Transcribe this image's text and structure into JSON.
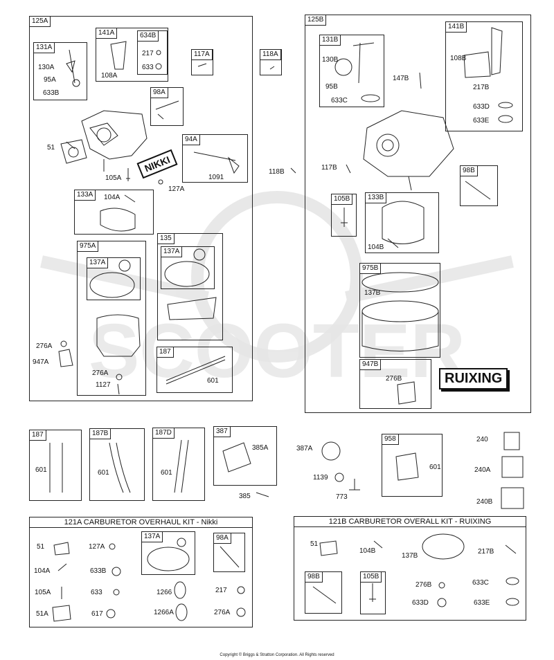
{
  "groups": {
    "g125A": {
      "label": "125A"
    },
    "g125B": {
      "label": "125B"
    },
    "g131A": {
      "label": "131A"
    },
    "g141A": {
      "label": "141A"
    },
    "g634B": {
      "label": "634B"
    },
    "g117A": {
      "label": "117A"
    },
    "g118A": {
      "label": "118A"
    },
    "g98A": {
      "label": "98A"
    },
    "g94A": {
      "label": "94A"
    },
    "g133A": {
      "label": "133A"
    },
    "g975A": {
      "label": "975A"
    },
    "g137A_1": {
      "label": "137A"
    },
    "g135": {
      "label": "135"
    },
    "g137A_2": {
      "label": "137A"
    },
    "g187_top": {
      "label": "187"
    },
    "g131B": {
      "label": "131B"
    },
    "g141B": {
      "label": "141B"
    },
    "g98B": {
      "label": "98B"
    },
    "g105B": {
      "label": "105B"
    },
    "g133B": {
      "label": "133B"
    },
    "g975B": {
      "label": "975B"
    },
    "g947B": {
      "label": "947B"
    },
    "g187": {
      "label": "187"
    },
    "g187B": {
      "label": "187B"
    },
    "g187D": {
      "label": "187D"
    },
    "g387": {
      "label": "387"
    },
    "g958": {
      "label": "958"
    },
    "kit_137A": {
      "label": "137A"
    },
    "kit_98A": {
      "label": "98A"
    },
    "kit_98B": {
      "label": "98B"
    },
    "kit_105B": {
      "label": "105B"
    }
  },
  "labels": {
    "l130A": "130A",
    "l95A": "95A",
    "l633B": "633B",
    "l217": "217",
    "l633": "633",
    "l108A": "108A",
    "l51": "51",
    "l105A": "105A",
    "l127A": "127A",
    "l1091": "1091",
    "l104A": "104A",
    "l276A": "276A",
    "l947A": "947A",
    "l276A_2": "276A",
    "l1127": "1127",
    "l601": "601",
    "l130B": "130B",
    "l95B": "95B",
    "l633C": "633C",
    "l147B": "147B",
    "l108B": "108B",
    "l217B": "217B",
    "l633D": "633D",
    "l633E": "633E",
    "l118B": "118B",
    "l117B": "117B",
    "l104B": "104B",
    "l137B": "137B",
    "l276B": "276B",
    "l601_a": "601",
    "l601_b": "601",
    "l601_c": "601",
    "l385A": "385A",
    "l385": "385",
    "l387A": "387A",
    "l1139": "1139",
    "l773": "773",
    "l601_d": "601",
    "l240": "240",
    "l240A": "240A",
    "l240B": "240B"
  },
  "brands": {
    "nikki": "NIKKI",
    "ruixing": "RUIXING"
  },
  "kitA": {
    "title": "121A CARBURETOR OVERHAUL KIT - Nikki",
    "items": {
      "k51": "51",
      "k127A": "127A",
      "k104A": "104A",
      "k633B": "633B",
      "k105A": "105A",
      "k633": "633",
      "k1266": "1266",
      "k217": "217",
      "k51A": "51A",
      "k617": "617",
      "k1266A": "1266A",
      "k276A": "276A"
    }
  },
  "kitB": {
    "title": "121B CARBURETOR OVERALL KIT - RUIXING",
    "items": {
      "k51": "51",
      "k104B": "104B",
      "k137B": "137B",
      "k217B": "217B",
      "k276B": "276B",
      "k633C": "633C",
      "k633D": "633D",
      "k633E": "633E"
    }
  },
  "copyright": "Copyright © Briggs & Stratton Corporation. All Rights reserved"
}
